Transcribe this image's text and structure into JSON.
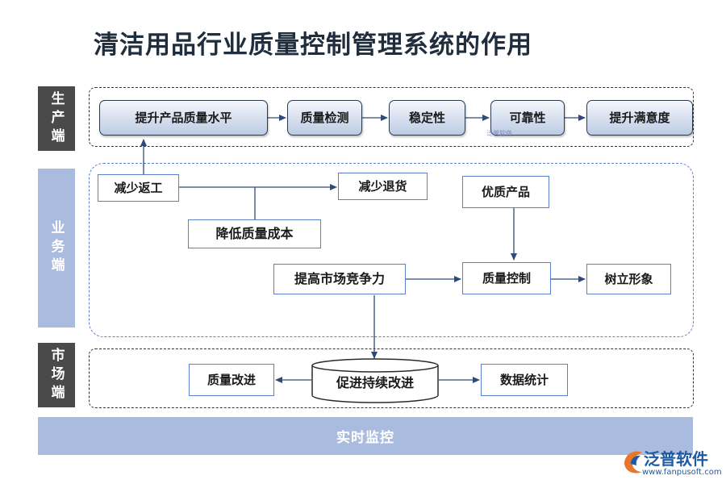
{
  "title": "清洁用品行业质量控制管理系统的作用",
  "sides": {
    "production": "生产端",
    "business": "业务端",
    "market": "市场端"
  },
  "production_flow": [
    "提升产品质量水平",
    "质量检测",
    "稳定性",
    "可靠性",
    "提升满意度"
  ],
  "business": {
    "reduce_rework": "减少返工",
    "reduce_returns": "减少退货",
    "quality_products": "优质产品",
    "lower_quality_cost": "降低质量成本",
    "competitiveness": "提高市场竞争力",
    "quality_control": "质量控制",
    "brand_image": "树立形象"
  },
  "market": {
    "quality_improve": "质量改进",
    "continuous_improve": "促进持续改进",
    "data_stats": "数据统计"
  },
  "bottom_bar": "实时监控",
  "watermark": "泛普软件",
  "logo": {
    "name": "泛普软件",
    "url": "www.fanpusoft.com"
  },
  "colors": {
    "side_dark": "#4a4a4a",
    "side_light": "#a9bbdf",
    "frame_blue": "#5b7fcc",
    "arrow": "#2f4a7a"
  }
}
